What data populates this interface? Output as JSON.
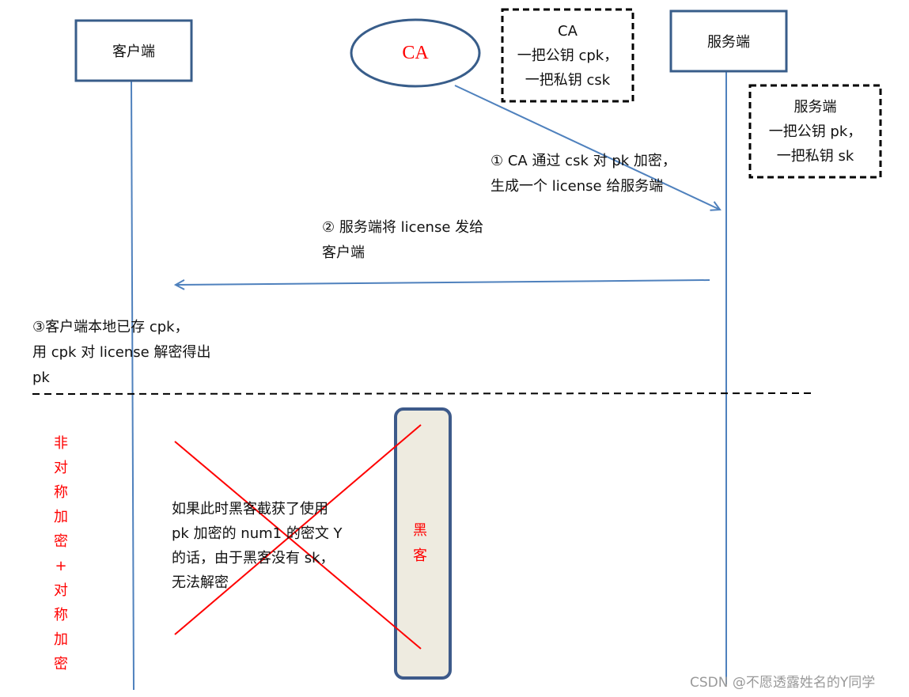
{
  "actors": {
    "client": "客户端",
    "ca": "CA",
    "server": "服务端"
  },
  "notes": {
    "ca_keys": [
      "CA",
      "一把公钥 cpk，",
      "一把私钥 csk"
    ],
    "server_keys": [
      "服务端",
      "一把公钥 pk，",
      "一把私钥 sk"
    ]
  },
  "steps": {
    "step1": [
      "①  CA 通过 csk 对 pk 加密，",
      "生成一个 license 给服务端"
    ],
    "step2": [
      "②  服务端将  license  发给",
      "客户端"
    ],
    "step3": [
      "③客户端本地已存  cpk，",
      "用 cpk 对 license 解密得出",
      "pk"
    ]
  },
  "side_label": [
    "非",
    "对",
    "称",
    "加",
    "密",
    "+",
    "对",
    "称",
    "加",
    "密"
  ],
  "hacker": {
    "label": [
      "黑",
      "客"
    ],
    "text": [
      "如果此时黑客截获了使用",
      "pk 加密的 num1 的密文 Y",
      "的话，由于黑客没有 sk，",
      "无法解密"
    ]
  },
  "watermark": "CSDN @不愿透露姓名的Y同学",
  "colors": {
    "line": "#4f81bd",
    "box_border": "#385d8a",
    "cross": "#ff0000",
    "hacker_fill": "#eeebe0"
  }
}
